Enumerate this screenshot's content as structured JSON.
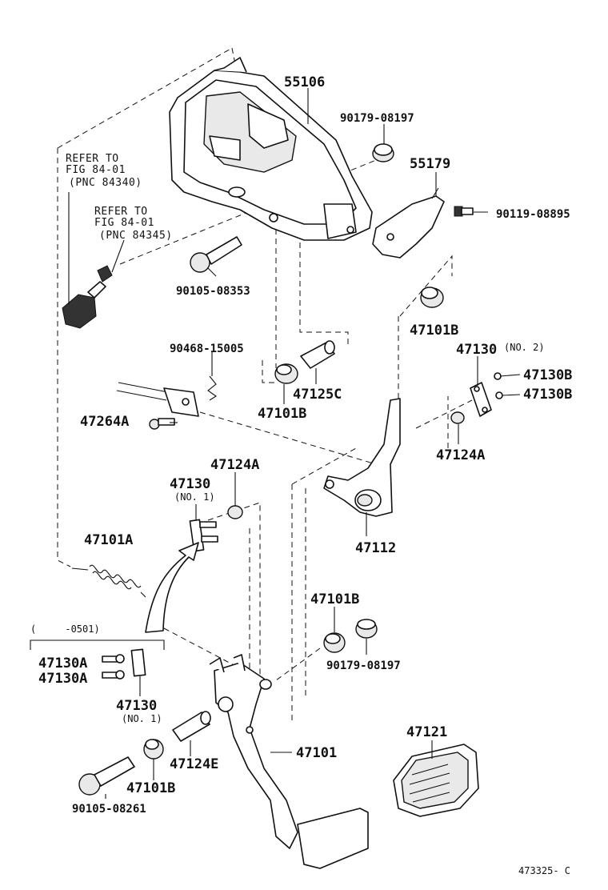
{
  "labels": {
    "p55106": "55106",
    "p90179_top": "90179-08197",
    "p55179": "55179",
    "p90119": "90119-08895",
    "ref1_line1": "REFER TO",
    "ref1_line2": "FIG 84-01",
    "ref1_line3": "(PNC 84340)",
    "ref2_line1": "REFER TO",
    "ref2_line2": "FIG 84-01",
    "ref2_line3": "(PNC 84345)",
    "p90105_08353": "90105-08353",
    "p47101B_right": "47101B",
    "p90468": "90468-15005",
    "p47130_no2": "47130",
    "p47130_no2_note": "(NO. 2)",
    "p47130B_1": "47130B",
    "p47130B_2": "47130B",
    "p47125C": "47125C",
    "p47101B_mid": "47101B",
    "p47264A": "47264A",
    "p47124A_right": "47124A",
    "p47124A_left": "47124A",
    "p47130_no1": "47130",
    "p47130_no1_note": "(NO. 1)",
    "p47112": "47112",
    "p47101A": "47101A",
    "p47101B_low": "47101B",
    "p90179_low": "90179-08197",
    "range_note": "(     -0501)",
    "p47130A_1": "47130A",
    "p47130A_2": "47130A",
    "p47130_low": "47130",
    "p47130_low_note": "(NO. 1)",
    "p47121": "47121",
    "p47101": "47101",
    "p47124E": "47124E",
    "p47101B_bottom": "47101B",
    "p90105_08261": "90105-08261",
    "figure_code": "473325- C"
  }
}
